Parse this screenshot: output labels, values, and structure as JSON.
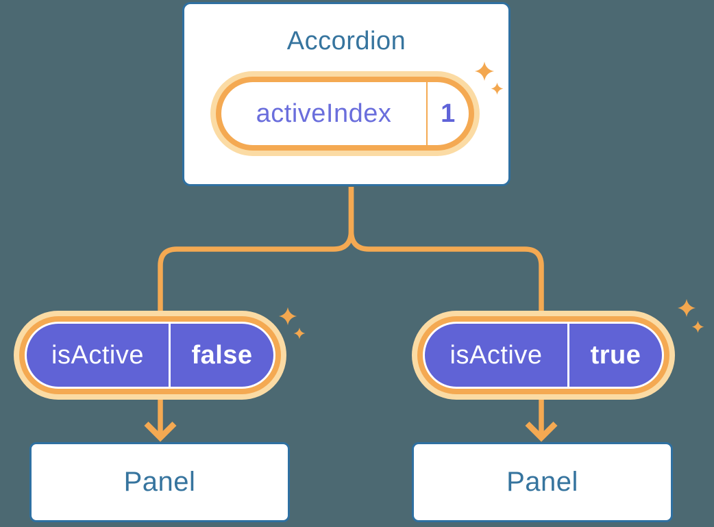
{
  "colors": {
    "background": "#4C6972",
    "accent_orange": "#F4A952",
    "accent_orange_glow": "#FBDBA4",
    "purple_fill": "#6063D6",
    "purple_text": "#6A6EDC",
    "card_border_blue": "#2F70A1",
    "card_text_blue": "#36749E",
    "card_background": "#FFFFFF",
    "pill_text_on_purple": "#FFFFFF"
  },
  "tree": {
    "root": {
      "title": "Accordion",
      "state": {
        "name": "activeIndex",
        "value": "1"
      }
    },
    "children": [
      {
        "prop": {
          "name": "isActive",
          "value": "false"
        },
        "component": "Panel"
      },
      {
        "prop": {
          "name": "isActive",
          "value": "true"
        },
        "component": "Panel"
      }
    ]
  },
  "icons": {
    "sparkle": "sparkle-icon (✦ four-pointed star)",
    "arrow": "arrow-down-icon (↓ orange arrow)"
  }
}
